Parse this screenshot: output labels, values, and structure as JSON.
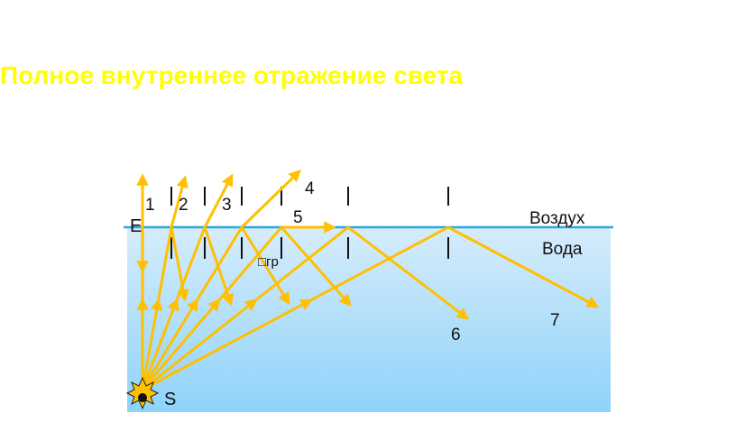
{
  "title": "Полное внутреннее отражение света",
  "labels": {
    "ray1": "1",
    "ray2": "2",
    "ray3": "3",
    "ray4": "4",
    "ray5": "5",
    "ray6": "6",
    "ray7": "7",
    "air": "Воздух",
    "water": "Вода",
    "source": "S",
    "critical_angle": "□гр",
    "e_glyph": "E"
  },
  "colors": {
    "ray": "#ffc000",
    "surface": "#29a9e0",
    "water_top": "#d6ecfb",
    "water_bottom": "#8fd3fa",
    "title": "#ffff00"
  }
}
